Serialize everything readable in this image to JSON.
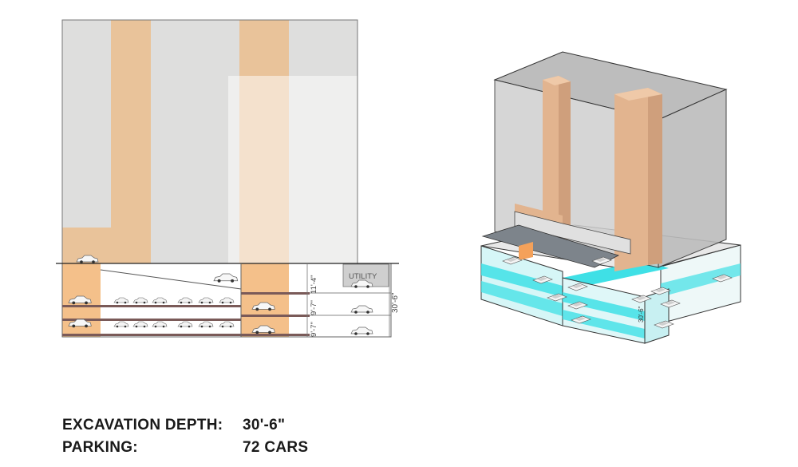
{
  "section": {
    "utility_label": "UTILITY",
    "total_depth": "30'-6\"",
    "level_heights": [
      "11'-4\"",
      "9'-7\"",
      "9'-7\""
    ]
  },
  "axon": {
    "depth_label": "30'-6\""
  },
  "summary": {
    "excavation_label": "EXCAVATION DEPTH:",
    "excavation_value": "30'-6\"",
    "parking_label": "PARKING:",
    "parking_value": "72 CARS"
  },
  "colors": {
    "building_gray": "#dededd",
    "core_tan": "#e9c39a",
    "ramp_orange": "#f4c08a",
    "parking_cyan": "#3fe0e6",
    "outline": "#333333"
  }
}
